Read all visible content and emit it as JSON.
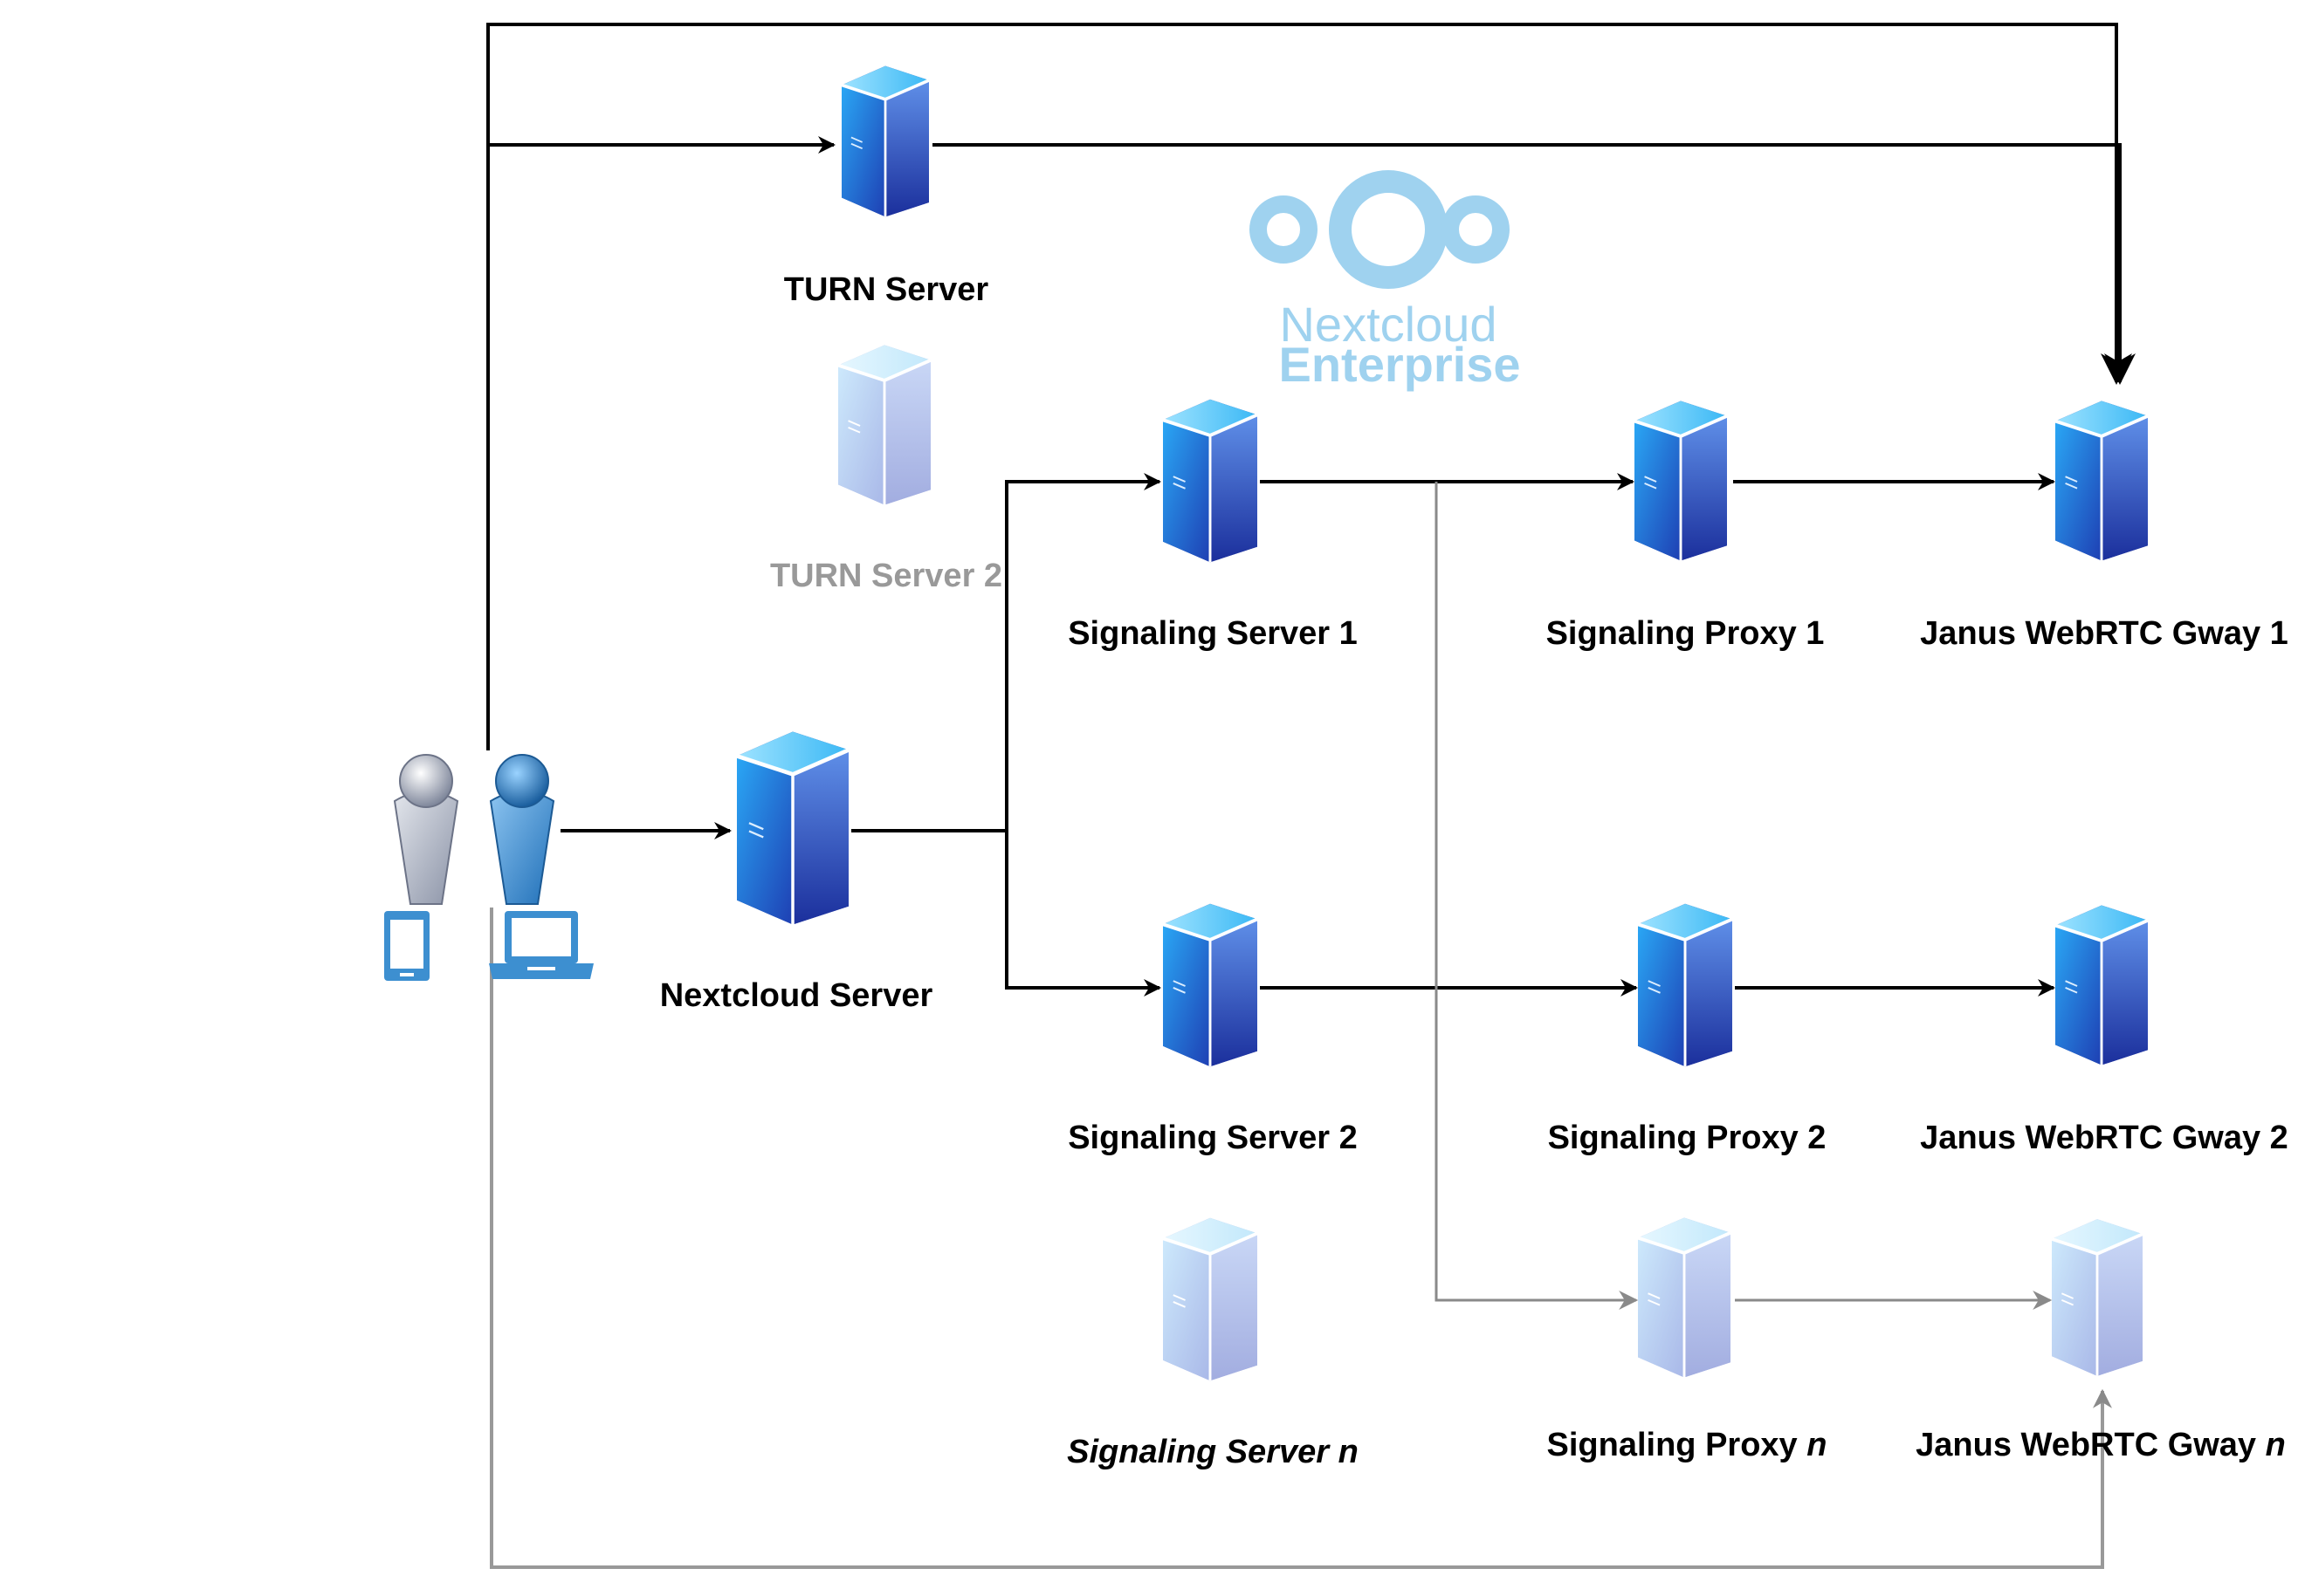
{
  "brand": {
    "line1": "Nextcloud",
    "line2": "Enterprise"
  },
  "nodes": {
    "turn_server": "TURN Server",
    "turn_server_2": "TURN Server 2",
    "nextcloud_server": "Nextcloud Server",
    "signaling_server_1": "Signaling Server 1",
    "signaling_server_2": "Signaling Server 2",
    "signaling_server_n_prefix": "Signaling Server ",
    "signaling_server_n_suffix": "n",
    "signaling_proxy_1": "Signaling Proxy 1",
    "signaling_proxy_2": "Signaling Proxy 2",
    "signaling_proxy_n_prefix": "Signaling Proxy ",
    "signaling_proxy_n_suffix": "n",
    "janus_1": "Janus WebRTC Gway 1",
    "janus_2": "Janus WebRTC Gway 2",
    "janus_n_prefix": "Janus WebRTC Gway ",
    "janus_n_suffix": "n"
  },
  "colors": {
    "active_line": "#000000",
    "inactive_line": "#999999",
    "server_blue": "#2f7ae0",
    "server_faded": "#b8cef0",
    "brand": "#9fd2ef",
    "device": "#3d8fd0"
  }
}
